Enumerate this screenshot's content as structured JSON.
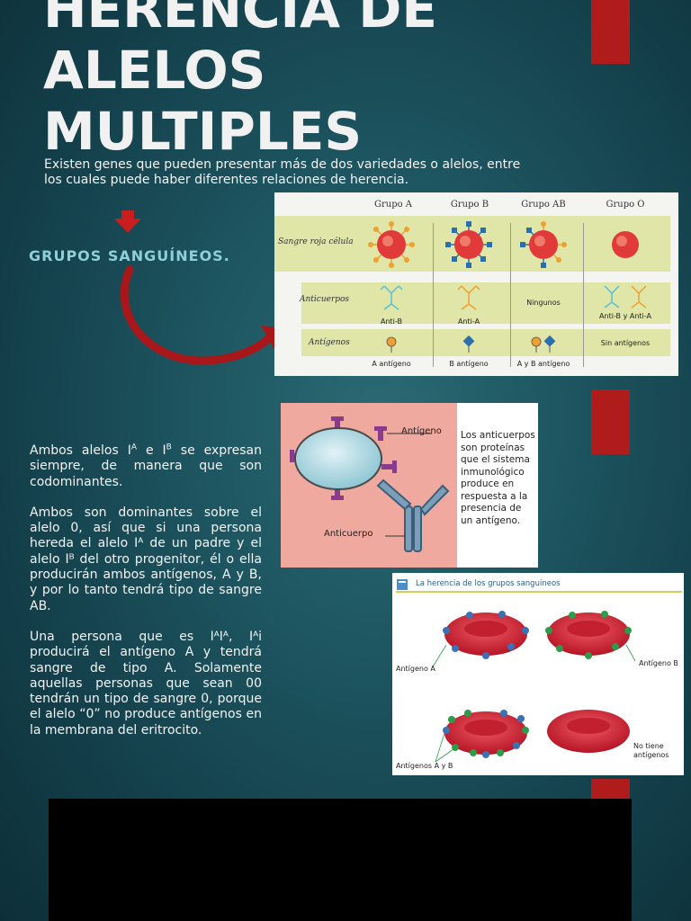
{
  "title": "HERENCIA DE\nALELOS\nMULTIPLES",
  "intro": "Existen genes que pueden presentar más de dos variedades o alelos, entre los cuales puede haber diferentes relaciones de herencia.",
  "subtitle": "GRUPOS SANGUÍNEOS.",
  "paragraph2": "Ambos son dominantes sobre el alelo 0, así que si una persona hereda el alelo Iᴬ de un padre y el alelo Iᴮ del otro progenitor, él o ella producirán ambos antígenos, A y B, y por lo tanto tendrá tipo de sangre AB.",
  "paragraph3": "Una persona que es IᴬIᴬ, Iᴬi producirá el antígeno A y tendrá sangre de tipo A. Solamente aquellas personas que sean 00 tendrán un tipo de sangre 0, porque el alelo “0” no produce antígenos en la membrana del eritrocito.",
  "paragraph1": {
    "lead": "Ambos alelos I",
    "sup_a": "A",
    "mid": " e I",
    "sup_b": "B",
    "tail": " se expresan siempre, de manera que son codominantes."
  },
  "blood_table": {
    "headers": [
      "Grupo A",
      "Grupo B",
      "Grupo AB",
      "Grupo O"
    ],
    "rows": [
      "Sangre roja célula",
      "Anticuerpos",
      "Antígenos"
    ],
    "antibodies": [
      "Anti-B",
      "Anti-A",
      "Ningunos",
      "Anti-B y Anti-A"
    ],
    "antigens": [
      "A antígeno",
      "B antígeno",
      "A y B antígeno",
      "Sin antígenos"
    ]
  },
  "antigen_card": {
    "antigen_label": "Antígeno",
    "antibody_label": "Anticuerpo",
    "description": "Los anticuerpos son proteínas que el sistema inmunológico produce en respuesta a la presencia de un antígeno."
  },
  "herencia_card": {
    "title": "La herencia de los grupos sanguineos",
    "labels": [
      "Antígeno A",
      "Antígeno B",
      "Antígenos A y B",
      "No tiene antígenos"
    ]
  },
  "colors": {
    "accent_red": "#b01b1b",
    "subtitle": "#8ed0d9",
    "antigen_a": "#3b72b5",
    "antigen_b": "#2e9a4a"
  }
}
